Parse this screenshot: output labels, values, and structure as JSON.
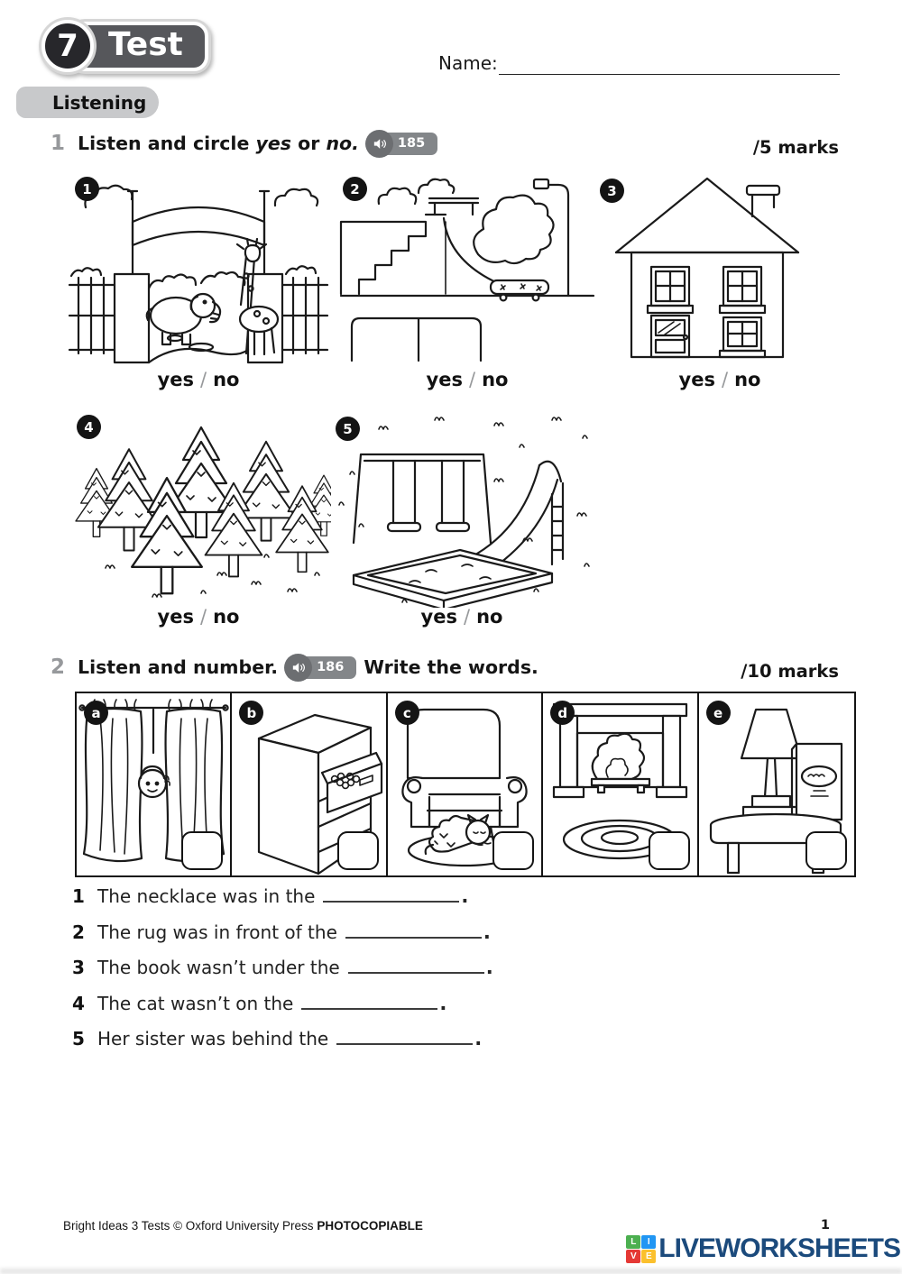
{
  "header": {
    "unit_number": "7",
    "unit_label": "Test",
    "name_label": "Name:",
    "section_tab": "Listening"
  },
  "activity1": {
    "number": "1",
    "instruction_prefix": "Listen and circle ",
    "word_yes": "yes",
    "connector": " or ",
    "word_no": "no.",
    "audio_track": "185",
    "marks": "/5 marks",
    "yes_label": "yes",
    "slash": "/",
    "no_label": "no",
    "items": [
      {
        "number": "1",
        "scene": "zoo entrance with elephant and giraffe"
      },
      {
        "number": "2",
        "scene": "skate park with ramp and skateboard"
      },
      {
        "number": "3",
        "scene": "house"
      },
      {
        "number": "4",
        "scene": "forest"
      },
      {
        "number": "5",
        "scene": "playground with swings, slide and sandpit"
      }
    ]
  },
  "activity2": {
    "number": "2",
    "instruction_part1": "Listen and number.",
    "audio_track": "186",
    "instruction_part2": "Write the words.",
    "marks": "/10 marks",
    "pictures": [
      {
        "letter": "a",
        "scene": "curtains with child peeking"
      },
      {
        "letter": "b",
        "scene": "chest of drawers with necklace"
      },
      {
        "letter": "c",
        "scene": "armchair with cat on rug"
      },
      {
        "letter": "d",
        "scene": "fireplace with rug"
      },
      {
        "letter": "e",
        "scene": "lamp and book on table"
      }
    ],
    "sentences": [
      {
        "number": "1",
        "text": "The necklace was in the",
        "period": "."
      },
      {
        "number": "2",
        "text": "The rug was in front of the",
        "period": "."
      },
      {
        "number": "3",
        "text": "The book wasn’t under the",
        "period": "."
      },
      {
        "number": "4",
        "text": "The cat wasn’t on the",
        "period": "."
      },
      {
        "number": "5",
        "text": "Her sister was behind the",
        "period": "."
      }
    ]
  },
  "footer": {
    "credit": "Bright Ideas 3 Tests © Oxford University Press ",
    "photocopiable": "PHOTOCOPIABLE",
    "page_number": "1",
    "brand_text": "LIVEWORKSHEETS",
    "brand_blocks": [
      "L",
      "I",
      "V",
      "E"
    ],
    "brand_colors": {
      "l": "#4caf50",
      "i": "#2196f3",
      "v": "#e53935",
      "e": "#fbc02d",
      "text": "#1b4a7c"
    }
  }
}
